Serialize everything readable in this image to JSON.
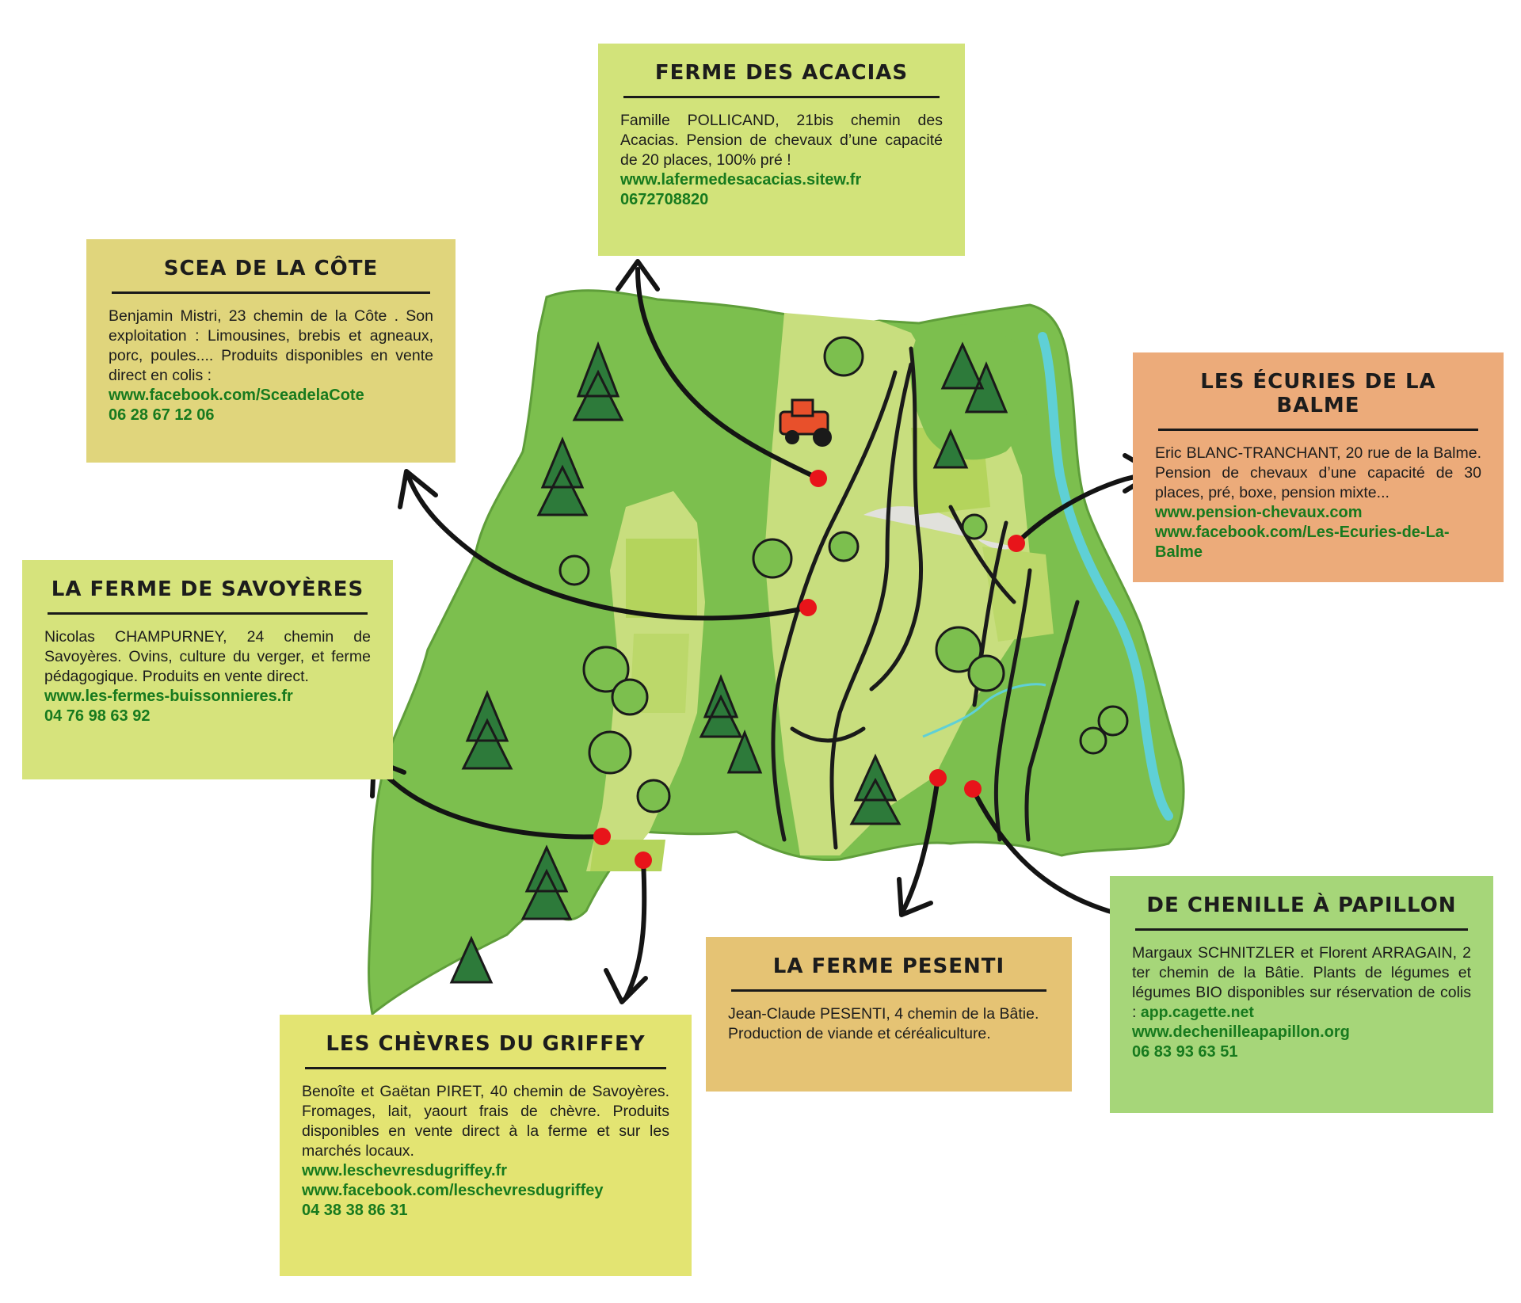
{
  "colors": {
    "forest_green": "#7cbf4e",
    "light_field": "#c8de7e",
    "bright_field": "#b4d45c",
    "grey_zone": "#e1e1dc",
    "river": "#5fd0d6",
    "marker": "#e8141a",
    "link_green": "#177a1e"
  },
  "cards": {
    "acacias": {
      "title": "FERME DES ACACIAS",
      "text": "Famille POLLICAND, 21bis chemin des Acacias. Pension de chevaux d’une capacité de 20 places, 100% pré !",
      "links": [
        "www.lafermedesacacias.sitew.fr",
        "0672708820"
      ]
    },
    "cote": {
      "title": "SCEA DE LA CÔTE",
      "text": "Benjamin Mistri, 23 chemin de la Côte . Son exploitation : Limousines, brebis et agneaux, porc, poules.... Produits disponibles en vente direct en colis :",
      "links": [
        "www.facebook.com/SceadelaCote",
        "06 28 67 12 06"
      ]
    },
    "balme": {
      "title": "LES ÉCURIES DE LA BALME",
      "text": "Eric BLANC-TRANCHANT, 20 rue de la Balme. Pension de chevaux d’une capacité de 30 places, pré, boxe, pension mixte...",
      "links": [
        "www.pension-chevaux.com",
        "www.facebook.com/Les-Ecuries-de-La-Balme"
      ]
    },
    "savoyeres": {
      "title": "LA FERME DE SAVOYÈRES",
      "text": "Nicolas CHAMPURNEY, 24 chemin de Savoyères. Ovins, culture du verger, et ferme pédagogique. Produits en vente direct.",
      "links": [
        "www.les-fermes-buissonnieres.fr",
        "04 76 98 63 92"
      ]
    },
    "griffey": {
      "title": "LES CHÈVRES DU GRIFFEY",
      "text": "Benoîte et Gaëtan PIRET, 40 chemin de Savoyères. Fromages, lait, yaourt frais de chèvre. Produits disponibles en vente direct à la ferme et sur les marchés locaux.",
      "links": [
        "www.leschevresdugriffey.fr",
        "www.facebook.com/leschevresdugriffey",
        "04 38 38 86 31"
      ]
    },
    "pesenti": {
      "title": "LA FERME PESENTI",
      "text": "Jean-Claude PESENTI, 4 chemin de la Bâtie. Production de viande et céréaliculture."
    },
    "chenille": {
      "title": "DE CHENILLE À PAPILLON",
      "text": "Margaux SCHNITZLER et Florent ARRAGAIN, 2 ter chemin de la Bâtie. Plants de légumes et légumes BIO disponibles sur réservation de colis :",
      "inline_link": "app.cagette.net",
      "links": [
        "www.dechenilleapapillon.org",
        "06 83 93 63 51"
      ]
    }
  }
}
